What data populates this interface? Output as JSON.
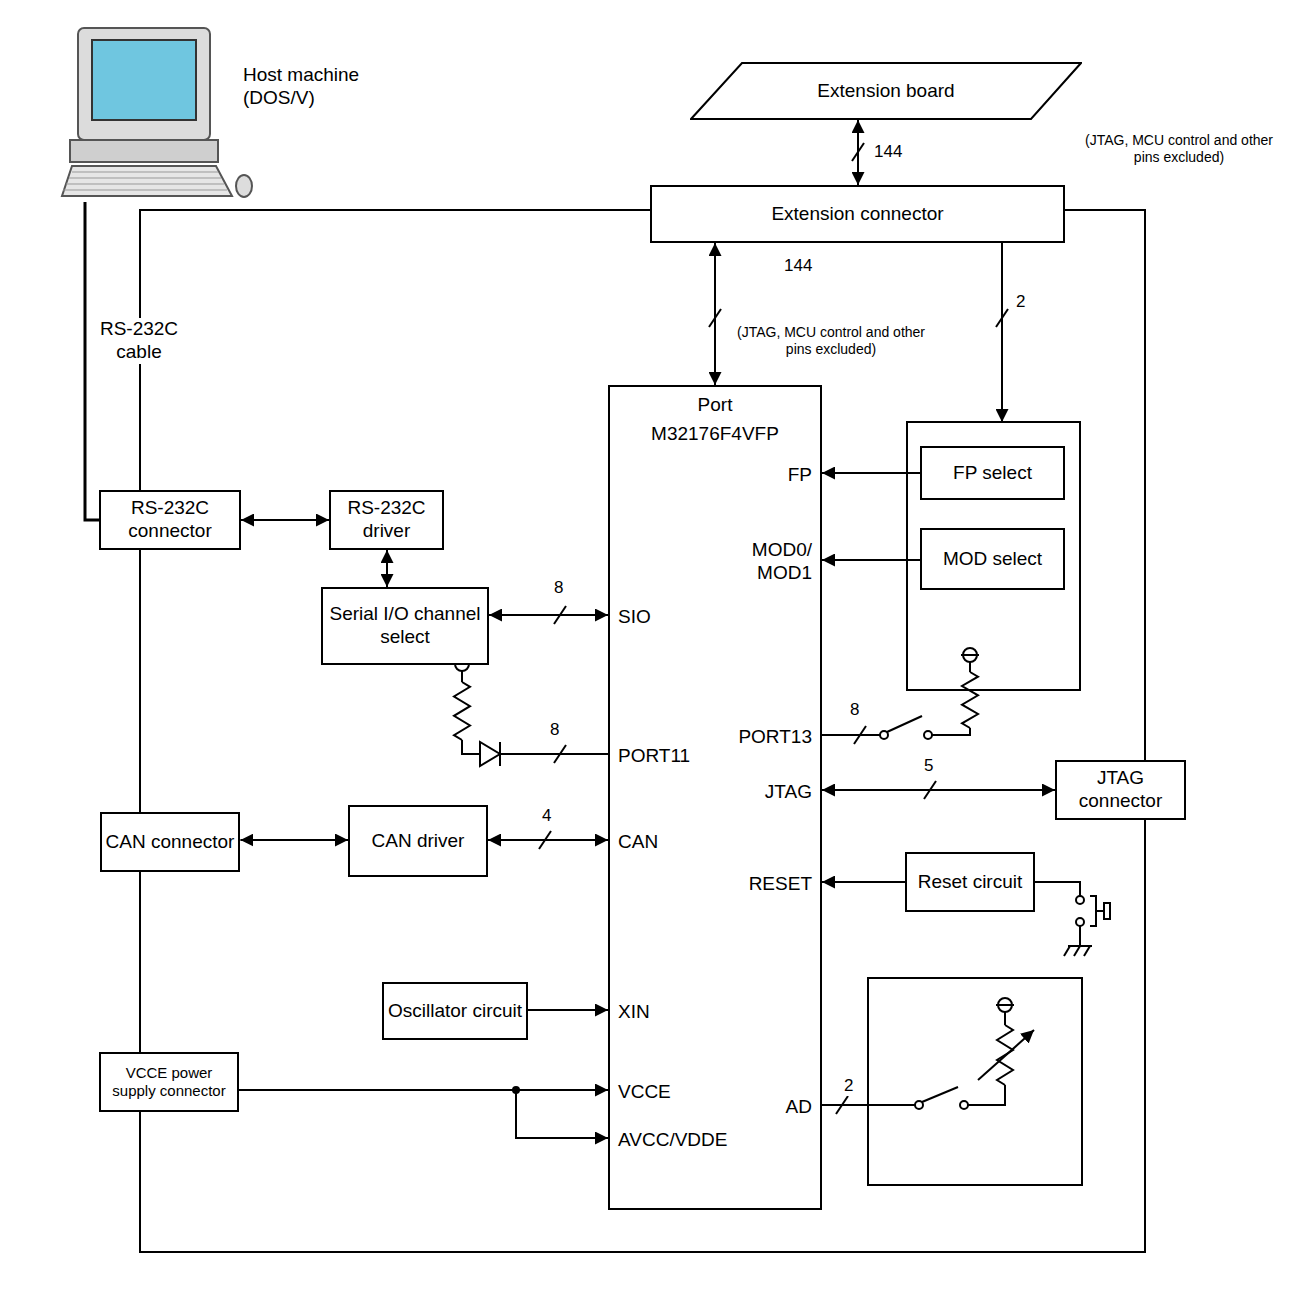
{
  "diagram": {
    "nodes": [
      {
        "text": [
          "Extension board"
        ]
      },
      {
        "text": [
          "Extension connector"
        ]
      },
      {
        "text": [
          "Port",
          "M32176F4VFP",
          "FP",
          "MOD0/ MOD1",
          "SIO",
          "PORT11",
          "PORT13",
          "JTAG",
          "CAN",
          "RESET",
          "XIN",
          "VCCE",
          "AVCC/VDDE",
          "AD"
        ]
      },
      {
        "text": [
          "FP select"
        ]
      },
      {
        "text": [
          "MOD select"
        ]
      },
      {
        "text": [
          "Host machine (DOS/V)"
        ]
      },
      {
        "text": [
          "RS-232C connector"
        ]
      },
      {
        "text": [
          "RS-232C driver"
        ]
      },
      {
        "text": [
          "Serial I/O channel select"
        ]
      },
      {
        "text": [
          "CAN connector"
        ]
      },
      {
        "text": [
          "CAN driver"
        ]
      },
      {
        "text": [
          "Oscillator circuit"
        ]
      },
      {
        "text": [
          "VCCE power supply connector"
        ]
      },
      {
        "text": [
          "JTAG connector"
        ]
      },
      {
        "text": [
          "Reset circuit"
        ]
      }
    ],
    "edges": [
      {
        "from": 0,
        "to": 1,
        "arrow": "both"
      },
      {
        "from": 1,
        "to": 2,
        "arrow": "both"
      },
      {
        "from": 5,
        "to": 6,
        "label": "RS-232C cable",
        "arrow": "none"
      },
      {
        "from": 6,
        "to": 7,
        "arrow": "both"
      },
      {
        "from": 7,
        "to": 8,
        "arrow": "both"
      },
      {
        "from": 8,
        "to": 2,
        "arrow": "both"
      },
      {
        "from": 9,
        "to": 10,
        "arrow": "both"
      },
      {
        "from": 10,
        "to": 2,
        "arrow": "both"
      },
      {
        "from": 2,
        "to": 13,
        "arrow": "both"
      },
      {
        "from": 14,
        "to": 2,
        "arrow": "to"
      },
      {
        "from": 11,
        "to": 2,
        "arrow": "to"
      },
      {
        "from": 12,
        "to": 2,
        "arrow": "to"
      },
      {
        "from": 12,
        "to": 2,
        "arrow": "to"
      },
      {
        "from": 3,
        "to": 2,
        "arrow": "to"
      },
      {
        "from": 4,
        "to": 2,
        "arrow": "to"
      }
    ],
    "labels": [
      "144",
      "(JTAG, MCU control and other pins excluded)",
      "144",
      "(JTAG, MCU control and other pins excluded)",
      "2",
      "8",
      "8",
      "8",
      "4",
      "5",
      "2"
    ]
  }
}
